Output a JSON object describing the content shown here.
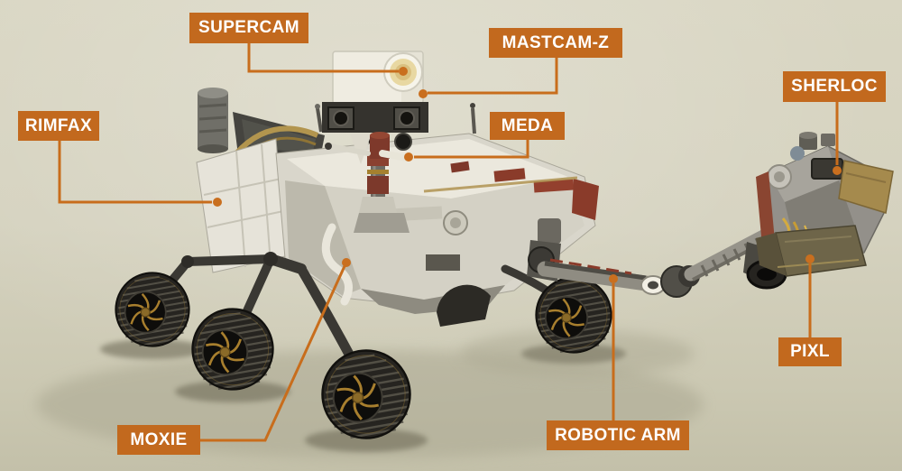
{
  "diagram": {
    "subject": "Mars rover instruments callout diagram",
    "colors": {
      "label_background": "#c2691e",
      "label_text": "#ffffff",
      "leader_line": "#c86d1c",
      "callout_dot": "#c96f1f",
      "scene_background_top": "#d9d6c3",
      "scene_background_bottom": "#c3c0a9"
    },
    "labels": [
      {
        "id": "supercam",
        "text": "SUPERCAM"
      },
      {
        "id": "mastcam-z",
        "text": "MASTCAM-Z"
      },
      {
        "id": "sherloc",
        "text": "SHERLOC"
      },
      {
        "id": "rimfax",
        "text": "RIMFAX"
      },
      {
        "id": "meda",
        "text": "MEDA"
      },
      {
        "id": "moxie",
        "text": "MOXIE"
      },
      {
        "id": "robotic-arm",
        "text": "ROBOTIC ARM"
      },
      {
        "id": "pixl",
        "text": "PIXL"
      }
    ]
  }
}
